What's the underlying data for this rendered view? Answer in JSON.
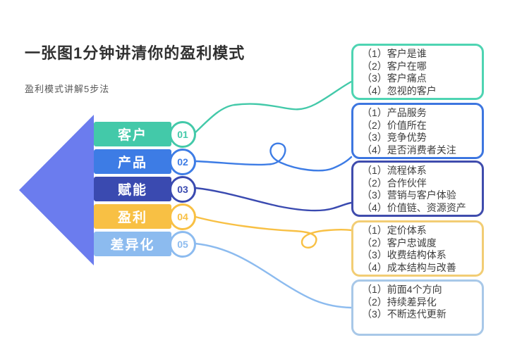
{
  "colors": {
    "arrow": "#6b7cee",
    "background": "#ffffff",
    "title_color": "#303030",
    "subtitle_color": "#585858",
    "box_text": "#3d3d3d"
  },
  "header": {
    "title": "一张图1分钟讲清你的盈利模式",
    "subtitle": "盈利模式讲解5步法"
  },
  "steps": [
    {
      "num": "01",
      "label": "客户",
      "color": "#43c9a9",
      "box_border": "#4ed4b2",
      "items": [
        "（1）客户是谁",
        "（2）客户在哪",
        "（3）客户痛点",
        "（4）忽视的客户"
      ]
    },
    {
      "num": "02",
      "label": "产品",
      "color": "#3d7ce5",
      "box_border": "#3d76e0",
      "items": [
        "（1）产品服务",
        "（2）价值所在",
        "（3）竞争优势",
        "（4）是否消费者关注"
      ]
    },
    {
      "num": "03",
      "label": "赋能",
      "color": "#3a4ab0",
      "box_border": "#3f4cad",
      "items": [
        "（1）流程体系",
        "（2）合作伙伴",
        "（3）营销与客户体验",
        "（4）价值链、资源资产"
      ]
    },
    {
      "num": "04",
      "label": "盈利",
      "color": "#f8c044",
      "box_border": "#f2cd74",
      "items": [
        "（1）定价体系",
        "（2）客户忠诚度",
        "（3）收费结构体系",
        "（4）成本结构与改善"
      ]
    },
    {
      "num": "05",
      "label": "差异化",
      "color": "#8cbbef",
      "box_border": "#a8c8e8",
      "items": [
        "（1）前面4个方向",
        "（2）持续差异化",
        "（3）不断迭代更新"
      ]
    }
  ]
}
